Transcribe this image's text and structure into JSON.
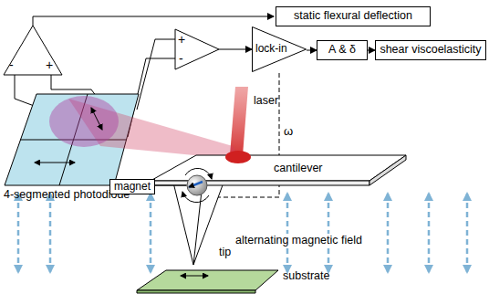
{
  "diagram": {
    "nodes": [
      {
        "text": [
          "static flexural deflection"
        ]
      },
      {
        "text": [
          "lock-in"
        ]
      },
      {
        "text": [
          "A & δ"
        ]
      },
      {
        "text": [
          "shear viscoelasticity"
        ]
      }
    ],
    "edges": [
      {
        "from": 1,
        "to": 2,
        "arrow": "to"
      },
      {
        "from": 2,
        "to": 3,
        "arrow": "to"
      }
    ],
    "labels": [
      "-",
      "+",
      "+",
      "-",
      "ω",
      "laser",
      "cantilever",
      "4-segmented photodiode",
      "magnet",
      "tip",
      "alternating magnetic field",
      "substrate"
    ]
  }
}
